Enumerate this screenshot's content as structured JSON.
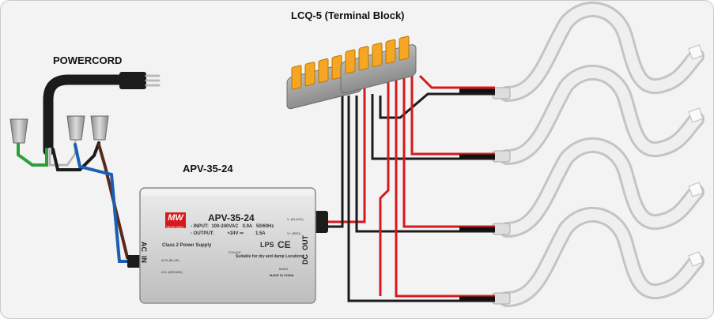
{
  "labels": {
    "terminal_block": "LCQ-5 (Terminal Block)",
    "powercord": "POWERCORD",
    "psu_model": "APV-35-24"
  },
  "psu": {
    "brand": "MW",
    "brand_sub": "MEAN WELL",
    "model": "APV-35-24",
    "input_line": "- INPUT:  100-240VAC   0.9A   50/60Hz",
    "output_line": "- OUTPUT:          +24V ⎓         1.5A",
    "class_line": "Class 2 Power Supply",
    "cert_lps": "LPS",
    "cert_ce": "CE",
    "suitable": "Suitable for dry and damp Locations",
    "v_minus": "V- (BLACK)",
    "v_plus": "V+ (RED)",
    "acn": "ACN (BLUE)",
    "acl": "ACL (BROWN)",
    "made_in": "MADE IN CHINA",
    "mw_code": "MW01",
    "e_code": "E334687",
    "ac_in": "AC  IN",
    "dc_out": "DC  OUT"
  },
  "colors": {
    "red_wire": "#d6191c",
    "black_wire": "#1b1b1b",
    "blue_wire": "#1a5fb4",
    "brown_wire": "#5a2a1a",
    "green_wire": "#2e9e3a",
    "terminal_orange": "#f5a623",
    "psu_body": "#dcdcdc"
  }
}
